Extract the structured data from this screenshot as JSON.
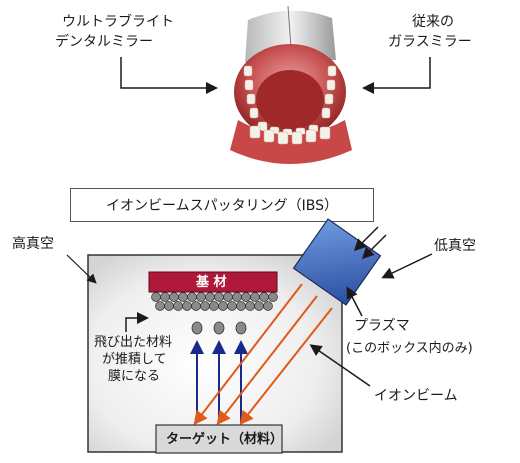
{
  "top": {
    "left_label_line1": "ウルトラブライト",
    "left_label_line2": "デンタルミラー",
    "right_label_line1": "従来の",
    "right_label_line2": "ガラスミラー"
  },
  "process_title": "イオンビームスパッタリング（IBS）",
  "chamber": {
    "high_vacuum": "高真空",
    "low_vacuum": "低真空",
    "substrate": "基 材",
    "deposit_line1": "飛び出た材料",
    "deposit_line2": "が推積して",
    "deposit_line3": "膜になる",
    "plasma_line1": "プラズマ",
    "plasma_line2": "(このボックス内のみ)",
    "ion_beam": "イオンビーム",
    "target": "ターゲット（材料）"
  },
  "colors": {
    "substrate_red": "#b0183a",
    "arrow_blue": "#1a2a8a",
    "ion_beam_orange": "#e05a1a",
    "plasma_box_blue": "#3a6cc8"
  }
}
